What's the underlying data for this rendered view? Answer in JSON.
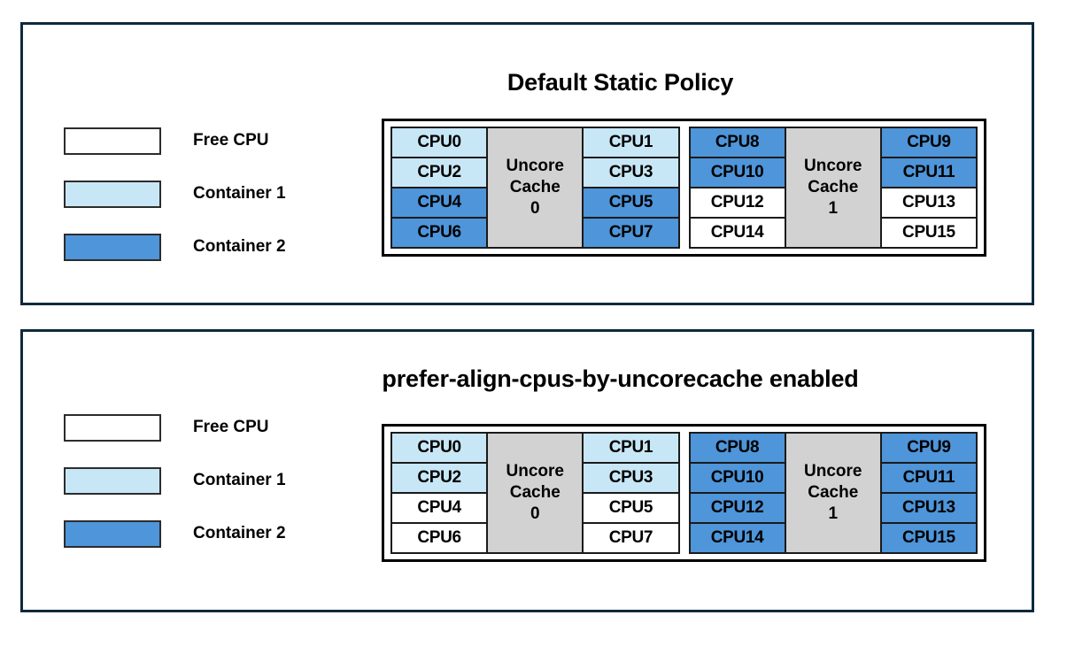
{
  "colors": {
    "free_cpu": "#ffffff",
    "container_1": "#c8e7f6",
    "container_2": "#4e95d9",
    "uncore_cache": "#d2d2d2",
    "panel_border": "#0e2a3c",
    "cell_border": "#1a1a1a"
  },
  "legend": {
    "items": [
      {
        "label": "Free CPU",
        "fill": "free"
      },
      {
        "label": "Container 1",
        "fill": "c1"
      },
      {
        "label": "Container 2",
        "fill": "c2"
      }
    ]
  },
  "panels": [
    {
      "title": "Default Static Policy",
      "legend": [
        {
          "label": "Free CPU"
        },
        {
          "label": "Container 1"
        },
        {
          "label": "Container 2"
        }
      ],
      "groups": [
        {
          "cache_label_line1": "Uncore",
          "cache_label_line2": "Cache",
          "cache_label_line3": "0",
          "left_column": [
            {
              "label": "CPU0",
              "fill": "c1"
            },
            {
              "label": "CPU2",
              "fill": "c1"
            },
            {
              "label": "CPU4",
              "fill": "c2"
            },
            {
              "label": "CPU6",
              "fill": "c2"
            }
          ],
          "right_column": [
            {
              "label": "CPU1",
              "fill": "c1"
            },
            {
              "label": "CPU3",
              "fill": "c1"
            },
            {
              "label": "CPU5",
              "fill": "c2"
            },
            {
              "label": "CPU7",
              "fill": "c2"
            }
          ]
        },
        {
          "cache_label_line1": "Uncore",
          "cache_label_line2": "Cache",
          "cache_label_line3": "1",
          "left_column": [
            {
              "label": "CPU8",
              "fill": "c2"
            },
            {
              "label": "CPU10",
              "fill": "c2"
            },
            {
              "label": "CPU12",
              "fill": "free"
            },
            {
              "label": "CPU14",
              "fill": "free"
            }
          ],
          "right_column": [
            {
              "label": "CPU9",
              "fill": "c2"
            },
            {
              "label": "CPU11",
              "fill": "c2"
            },
            {
              "label": "CPU13",
              "fill": "free"
            },
            {
              "label": "CPU15",
              "fill": "free"
            }
          ]
        }
      ]
    },
    {
      "title": "prefer-align-cpus-by-uncorecache enabled",
      "legend": [
        {
          "label": "Free CPU"
        },
        {
          "label": "Container 1"
        },
        {
          "label": "Container 2"
        }
      ],
      "groups": [
        {
          "cache_label_line1": "Uncore",
          "cache_label_line2": "Cache",
          "cache_label_line3": "0",
          "left_column": [
            {
              "label": "CPU0",
              "fill": "c1"
            },
            {
              "label": "CPU2",
              "fill": "c1"
            },
            {
              "label": "CPU4",
              "fill": "free"
            },
            {
              "label": "CPU6",
              "fill": "free"
            }
          ],
          "right_column": [
            {
              "label": "CPU1",
              "fill": "c1"
            },
            {
              "label": "CPU3",
              "fill": "c1"
            },
            {
              "label": "CPU5",
              "fill": "free"
            },
            {
              "label": "CPU7",
              "fill": "free"
            }
          ]
        },
        {
          "cache_label_line1": "Uncore",
          "cache_label_line2": "Cache",
          "cache_label_line3": "1",
          "left_column": [
            {
              "label": "CPU8",
              "fill": "c2"
            },
            {
              "label": "CPU10",
              "fill": "c2"
            },
            {
              "label": "CPU12",
              "fill": "c2"
            },
            {
              "label": "CPU14",
              "fill": "c2"
            }
          ],
          "right_column": [
            {
              "label": "CPU9",
              "fill": "c2"
            },
            {
              "label": "CPU11",
              "fill": "c2"
            },
            {
              "label": "CPU13",
              "fill": "c2"
            },
            {
              "label": "CPU15",
              "fill": "c2"
            }
          ]
        }
      ]
    }
  ]
}
